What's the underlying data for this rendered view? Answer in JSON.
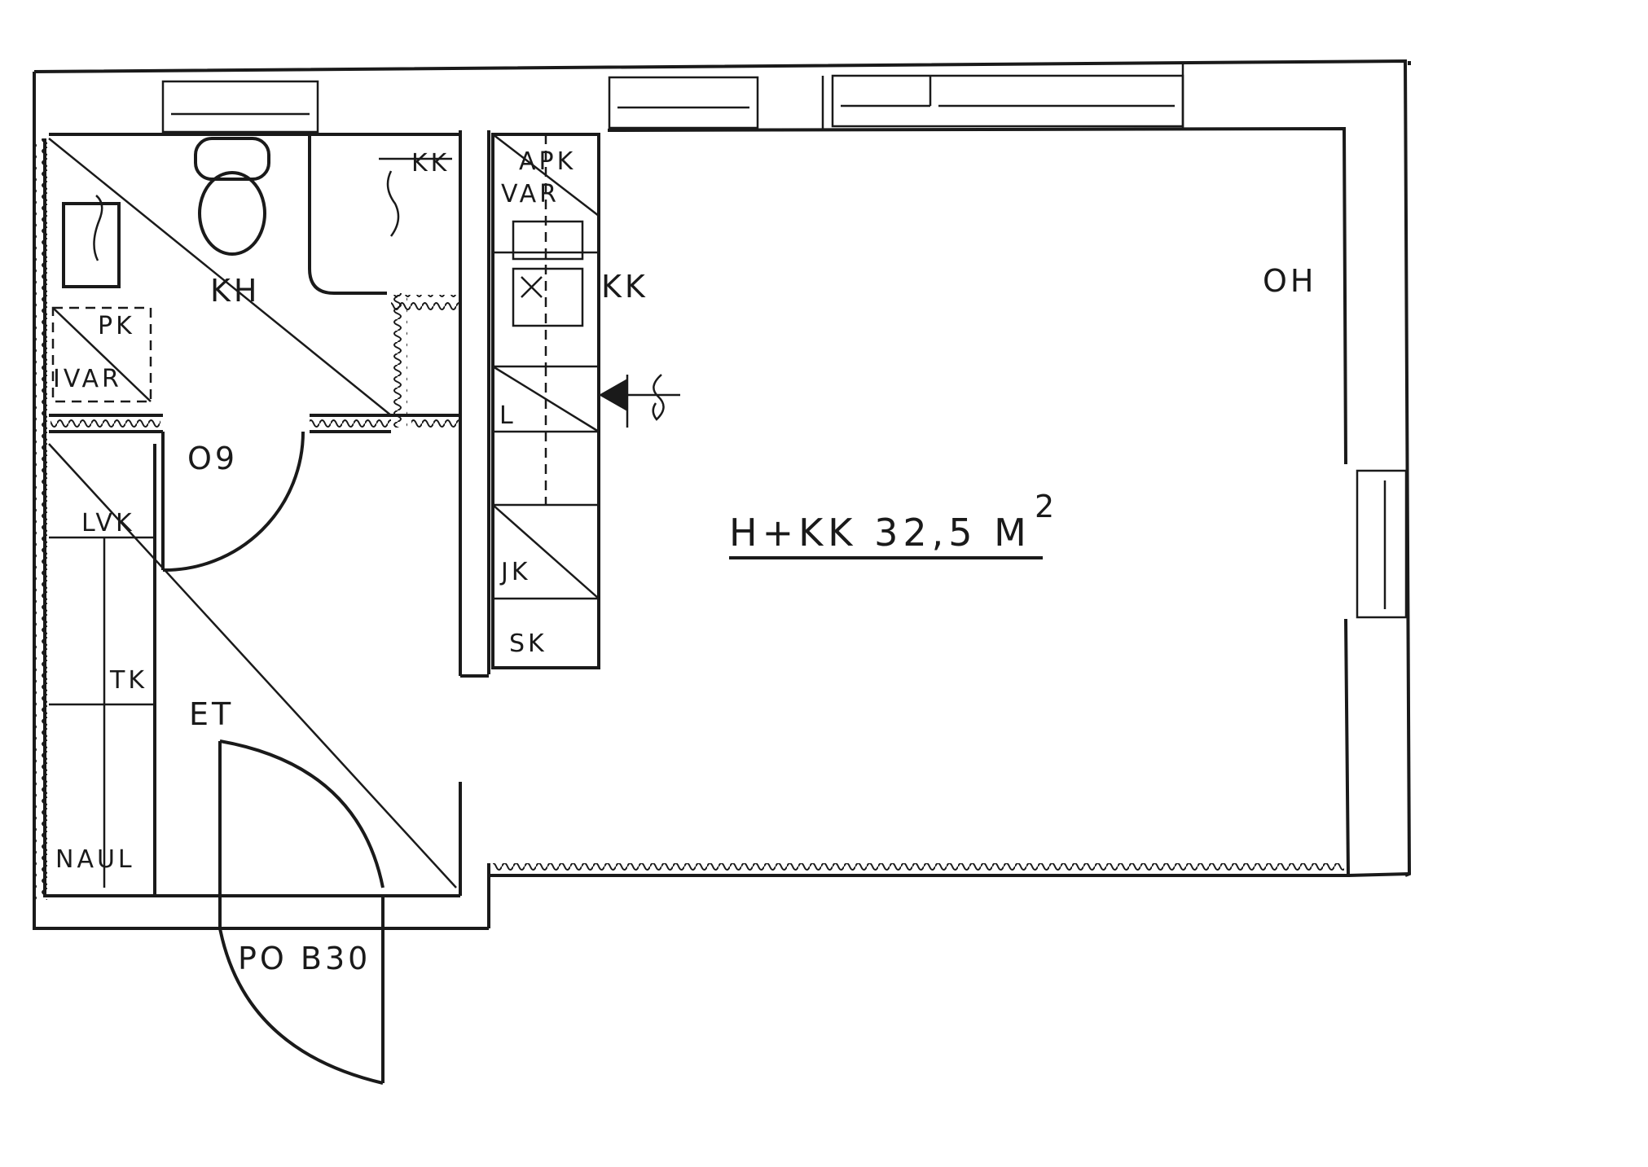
{
  "rooms": {
    "kh": "KH",
    "apk_var": "APK\nVAR",
    "kk": "KK",
    "oh": "OH",
    "pk_ivar": "PK\nIVAR",
    "o9": "O9",
    "l": "L",
    "lvk": "LVK",
    "main_area": "H+KK 32,5 M",
    "main_area_sup": "2",
    "jk": "JK",
    "sk": "SK",
    "tk": "TK",
    "et": "ET",
    "naul": "NAUL",
    "po_b30": "PO B30",
    "kk_small": "KK"
  },
  "stroke_color": "#1a1a1a",
  "background_color": "#ffffff"
}
